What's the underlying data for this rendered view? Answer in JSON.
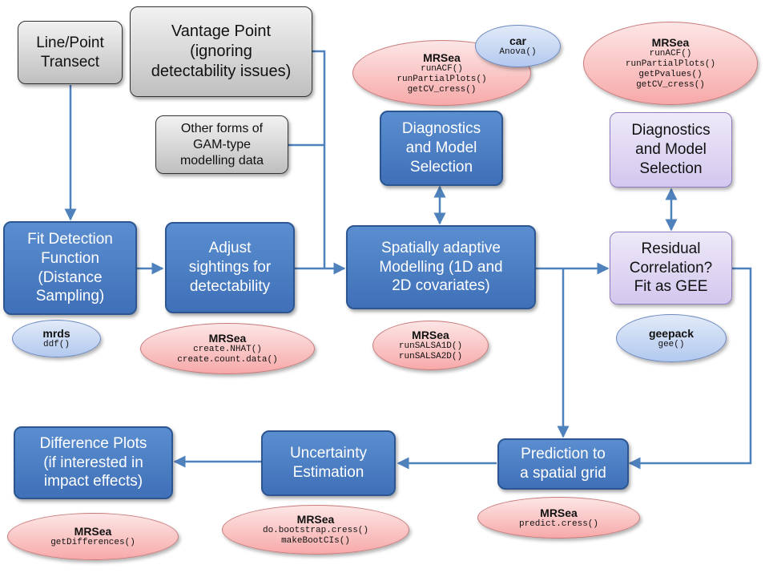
{
  "nodes": {
    "line_point_transect": "Line/Point\nTransect",
    "vantage_point": "Vantage Point\n(ignoring\ndetectability issues)",
    "other_forms": "Other forms of\nGAM-type\nmodelling data",
    "fit_detection": "Fit Detection\nFunction\n(Distance\nSampling)",
    "adjust_sightings": "Adjust\nsightings for\ndetectability",
    "spatially_adaptive": "Spatially adaptive\nModelling (1D and\n2D covariates)",
    "diagnostics_blue": "Diagnostics\nand Model\nSelection",
    "diagnostics_purple": "Diagnostics\nand Model\nSelection",
    "residual_correlation": "Residual\nCorrelation?\nFit as GEE",
    "prediction": "Prediction to\na spatial grid",
    "uncertainty": "Uncertainty\nEstimation",
    "difference_plots": "Difference Plots\n(if interested in\nimpact effects)"
  },
  "packages": {
    "mrds": {
      "title": "mrds",
      "functions": [
        "ddf()"
      ]
    },
    "mrsea_adjust": {
      "title": "MRSea",
      "functions": [
        "create.NHAT()",
        "create.count.data()"
      ]
    },
    "mrsea_salsa": {
      "title": "MRSea",
      "functions": [
        "runSALSA1D()",
        "runSALSA2D()"
      ]
    },
    "mrsea_diag": {
      "title": "MRSea",
      "functions": [
        "runACF()",
        "runPartialPlots()",
        "getCV_cress()"
      ]
    },
    "car": {
      "title": "car",
      "functions": [
        "Anova()"
      ]
    },
    "mrsea_gee": {
      "title": "MRSea",
      "functions": [
        "runACF()",
        "runPartialPlots()",
        "getPvalues()",
        "getCV_cress()"
      ]
    },
    "geepack": {
      "title": "geepack",
      "functions": [
        "gee()"
      ]
    },
    "mrsea_predict": {
      "title": "MRSea",
      "functions": [
        "predict.cress()"
      ]
    },
    "mrsea_uncertainty": {
      "title": "MRSea",
      "functions": [
        "do.bootstrap.cress()",
        "makeBootCIs()"
      ]
    },
    "mrsea_difference": {
      "title": "MRSea",
      "functions": [
        "getDifferences()"
      ]
    }
  },
  "colors": {
    "arrow": "#4f81bd",
    "process_box": "#4a7ebf",
    "data_box": "#d9d9d9",
    "gee_box": "#ddd5f3",
    "mrsea_ellipse": "#f9b9b9",
    "other_pkg_ellipse": "#c6d6f3"
  }
}
